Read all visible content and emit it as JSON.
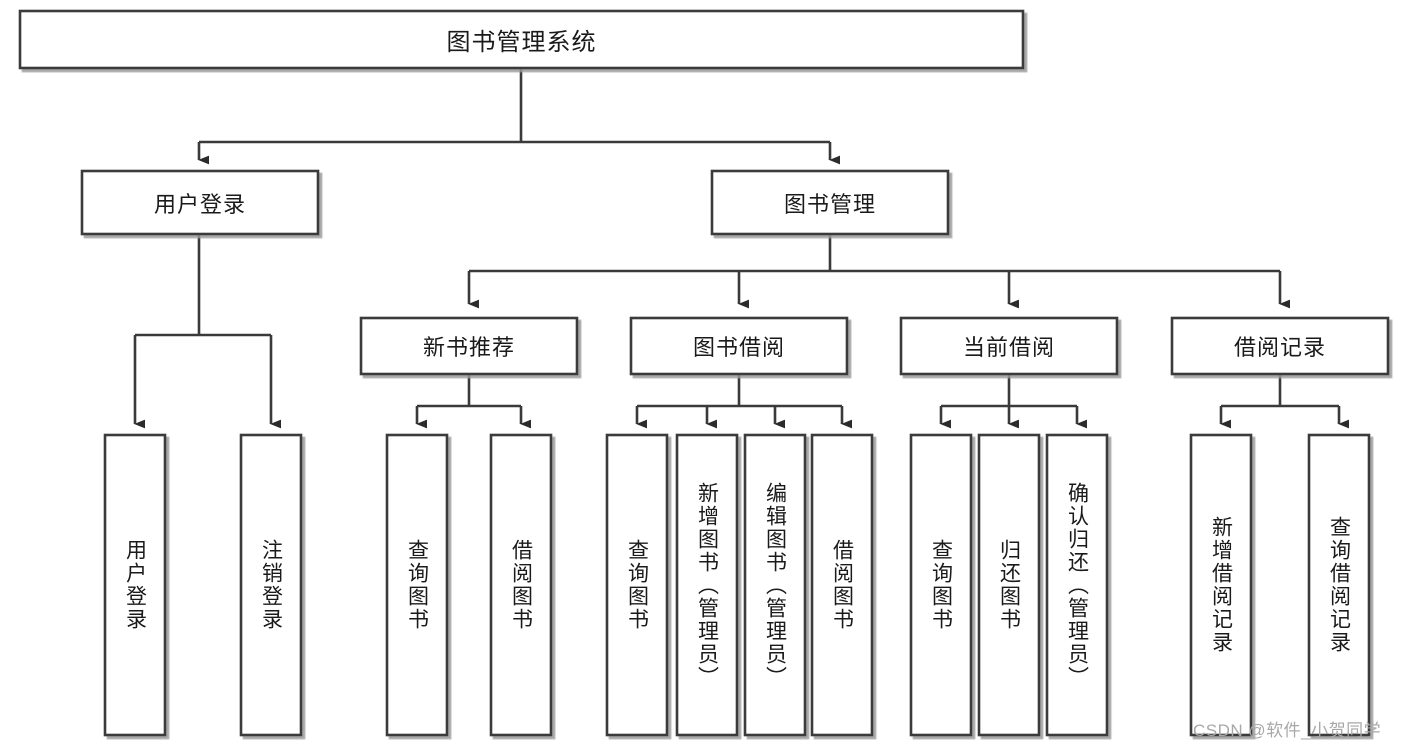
{
  "diagram": {
    "title": "图书管理系统",
    "type": "hierarchy-tree",
    "root": {
      "label": "图书管理系统"
    },
    "level1": [
      {
        "label": "用户登录"
      },
      {
        "label": "图书管理"
      }
    ],
    "level2": [
      {
        "label": "新书推荐"
      },
      {
        "label": "图书借阅"
      },
      {
        "label": "当前借阅"
      },
      {
        "label": "借阅记录"
      }
    ],
    "leaves_user_login": [
      {
        "label": "用户登录"
      },
      {
        "label": "注销登录"
      }
    ],
    "leaves_new_book": [
      {
        "label": "查询图书"
      },
      {
        "label": "借阅图书"
      }
    ],
    "leaves_borrow": [
      {
        "label": "查询图书"
      },
      {
        "label": "新增图书（管理员）"
      },
      {
        "label": "编辑图书（管理员）"
      },
      {
        "label": "借阅图书"
      }
    ],
    "leaves_current": [
      {
        "label": "查询图书"
      },
      {
        "label": "归还图书"
      },
      {
        "label": "确认归还（管理员）"
      }
    ],
    "leaves_records": [
      {
        "label": "新增借阅记录"
      },
      {
        "label": "查询借阅记录"
      }
    ]
  },
  "watermark": {
    "text": "CSDN @软件_小贺同学"
  },
  "colors": {
    "stroke": "#3a3a3a",
    "box_fill": "#ffffff",
    "text": "#1a1a1a",
    "watermark": "#a8a8a8",
    "background": "#ffffff"
  }
}
